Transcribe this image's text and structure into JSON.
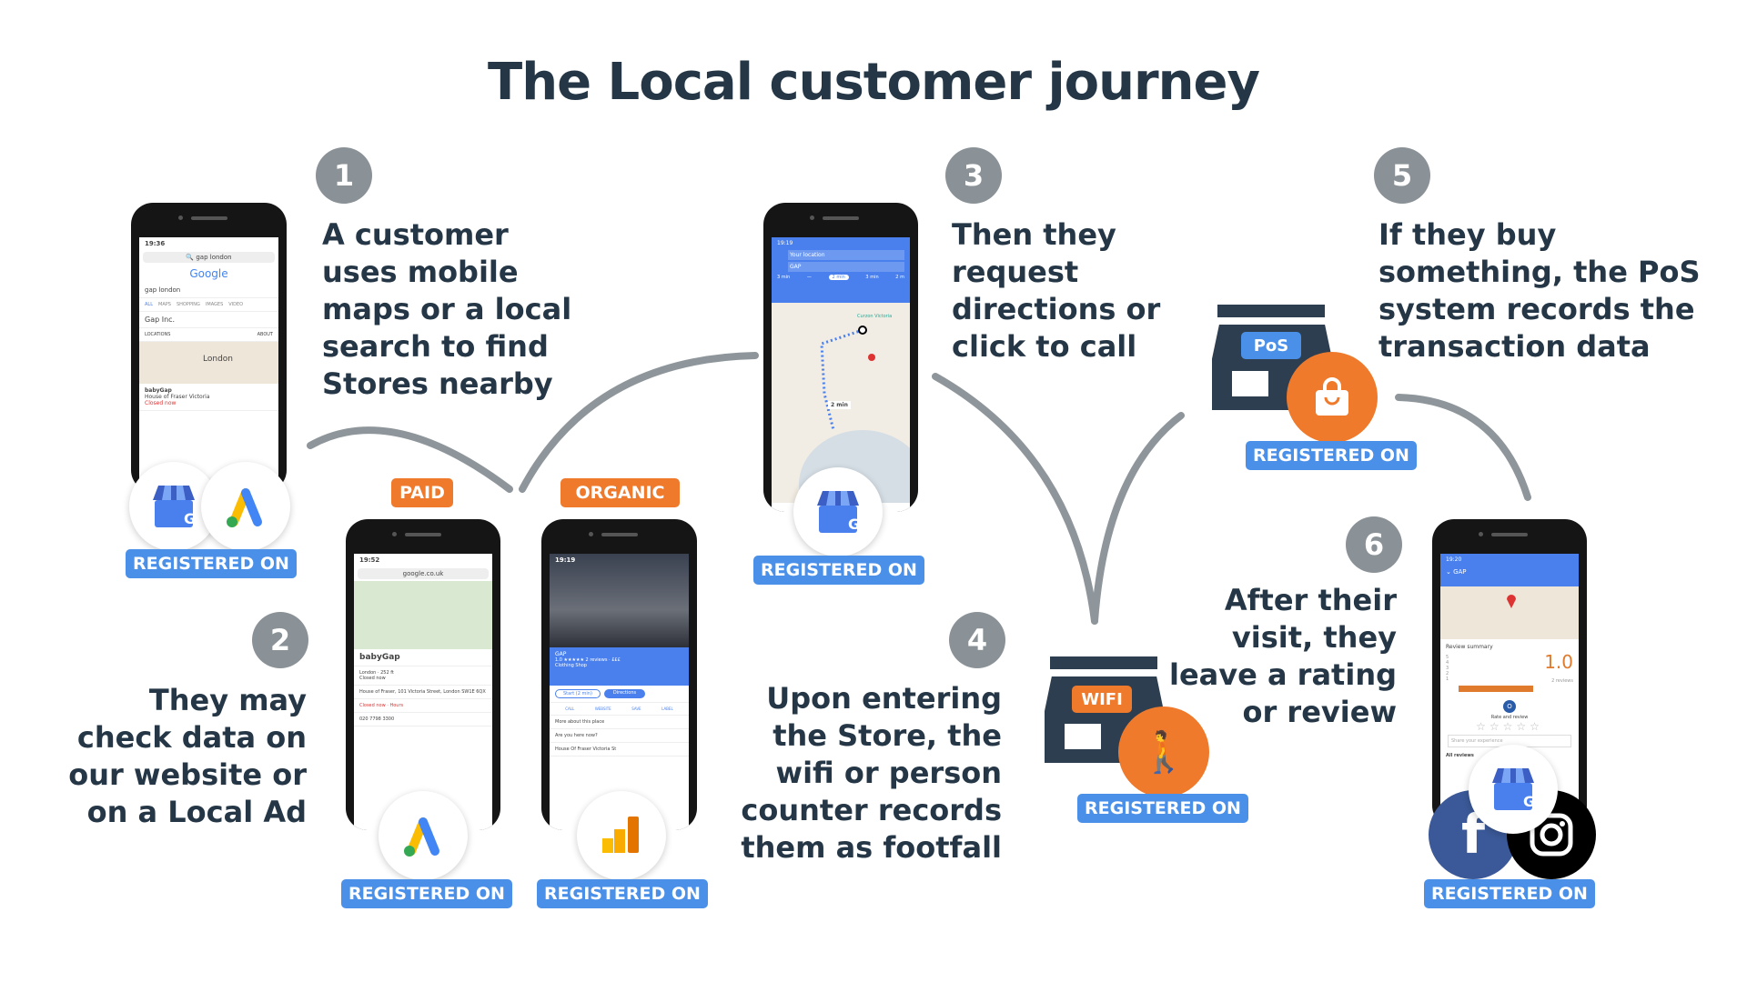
{
  "title": "The Local customer journey",
  "steps": [
    {
      "num": "1",
      "lines": [
        "A customer",
        "uses mobile",
        "maps or a local",
        "search to find",
        "Stores nearby"
      ]
    },
    {
      "num": "2",
      "lines": [
        "They may",
        "check data on",
        "our website or",
        "on a Local Ad"
      ]
    },
    {
      "num": "3",
      "lines": [
        "Then they",
        "request",
        "directions or",
        "click to call"
      ]
    },
    {
      "num": "4",
      "lines": [
        "Upon entering",
        "the Store, the",
        "wifi or person",
        "counter records",
        "them as footfall"
      ]
    },
    {
      "num": "5",
      "lines": [
        "If they buy",
        "something, the PoS",
        "system records the",
        "transaction data"
      ]
    },
    {
      "num": "6",
      "lines": [
        "After their",
        "visit, they",
        "leave a rating",
        "or review"
      ]
    }
  ],
  "registered_label": "REGISTERED ON",
  "tags": {
    "paid": "PAID",
    "organic": "ORGANIC",
    "pos": "PoS",
    "wifi": "WIFI"
  },
  "phone1": {
    "time": "19:36",
    "url": "gap london",
    "logo": "Google",
    "query": "gap london",
    "tabs": [
      "ALL",
      "MAPS",
      "SHOPPING",
      "IMAGES",
      "VIDEO"
    ],
    "result": "Gap Inc.",
    "subtabs": [
      "LOCATIONS",
      "ABOUT"
    ],
    "map_label": "London",
    "listing": "babyGap",
    "listing_addr": "House of Fraser Victoria",
    "closed": "Closed now"
  },
  "phone2": {
    "time": "19:52",
    "url": "google.co.uk",
    "name": "babyGap",
    "meta": "London · 252 ft",
    "closed": "Closed now",
    "addr": "House of Fraser, 101 Victoria Street, London SW1E 6QX",
    "hours": "Closed now · Hours",
    "phone": "020 7798 3300"
  },
  "phone3": {
    "time": "19:19",
    "place": "GAP",
    "rating": "1.0 ★★★★★ 2 reviews · £££",
    "type": "Clothing Shop",
    "start": "Start (2 min)",
    "directions": "Directions",
    "actions": [
      "CALL",
      "WEBSITE",
      "SAVE",
      "LABEL"
    ],
    "more": "More about this place",
    "here": "Are you here now?",
    "addr": "House Of Fraser Victoria St"
  },
  "phone4": {
    "time": "19:19",
    "from": "Your location",
    "to": "GAP",
    "modes": [
      "3 min",
      "—",
      "2 min",
      "3 min",
      "2 m"
    ],
    "eta": "2 min",
    "poi": "Curzon Victoria"
  },
  "phone6": {
    "time": "19:20",
    "place": "GAP",
    "summary": "Review summary",
    "score": "1.0",
    "reviews": "2 reviews",
    "bars": [
      "5",
      "4",
      "3",
      "2",
      "1"
    ],
    "avatar": "O",
    "rate": "Rate and review",
    "share": "Share your experience",
    "all": "All reviews"
  },
  "colors": {
    "text": "#253746",
    "badge": "#4a90e8",
    "orange": "#ef7a2c",
    "gray": "#8a9297"
  }
}
